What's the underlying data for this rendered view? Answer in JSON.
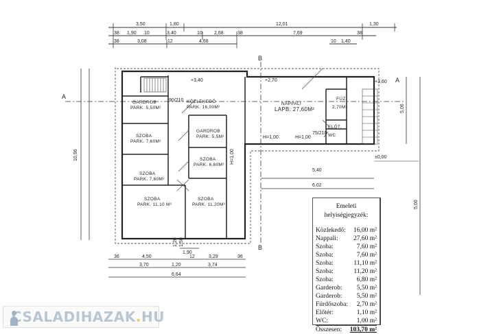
{
  "plan": {
    "section_marks": {
      "a": "A",
      "b": "B"
    },
    "levels": {
      "entry": "+3,40",
      "living": "+2,70",
      "right": "+3,60",
      "ground": "±0,00"
    },
    "top_dimensions": {
      "row1": [
        "3,50",
        "1,80",
        "12,01",
        "1,30"
      ],
      "row2": [
        "38",
        "1,90",
        "10",
        "3,40",
        "10",
        "2,68",
        "38",
        "7,69",
        "38"
      ],
      "row3": [
        "38",
        "3,08",
        "12",
        "4,68",
        "10",
        "1,40"
      ]
    },
    "bottom_dimensions": {
      "row1": [
        "36",
        "4,50",
        "12",
        "3,29",
        "36"
      ],
      "row2": [
        "3,70",
        "1,20",
        "3,74"
      ],
      "row3": [
        "6,64"
      ],
      "door": [
        "1,20",
        "1,50",
        "1,90"
      ]
    },
    "side_dimensions": {
      "left_total": "10,96",
      "right_total": "5,00",
      "right_mid": "5,06"
    },
    "inner_dimensions": {
      "living_width": "5,40",
      "overall_right": "6,02",
      "h1": "H=1,00",
      "h2": "H=1,00",
      "h3": "H=1,00",
      "door_a": "90/210",
      "door_b": "75/210"
    },
    "rooms": [
      {
        "name": "GARDROB",
        "floor": "PARK. 5,50M²"
      },
      {
        "name": "KÖZLEKEDŐ",
        "floor": "PARK. 16,00M²"
      },
      {
        "name": "SZOBA",
        "floor": "PARK. 7,60M²"
      },
      {
        "name": "GARDROB",
        "floor": "PARK. 5,5M²"
      },
      {
        "name": "SZOBA",
        "floor": "PARK. 6,80M²"
      },
      {
        "name": "SZOBA",
        "floor": "PARK. 7,60M²"
      },
      {
        "name": "SZOBA",
        "floor": "PARK. 11,10 M²"
      },
      {
        "name": "SZOBA",
        "floor": "PARK. 11,20M²"
      },
      {
        "name": "NAPPALI",
        "floor": "LAPB. 27,60M²"
      },
      {
        "name": "FÜZ.",
        "floor": "2,70M²"
      },
      {
        "name": "ELŐT.",
        "floor": ""
      },
      {
        "name": "WC",
        "floor": ""
      }
    ]
  },
  "legend": {
    "title_line1": "Emeleti",
    "title_line2": "helyiségjegyzék:",
    "rows": [
      {
        "label": "Közlekedő:",
        "value": "16,00 m²"
      },
      {
        "label": "Nappali:",
        "value": "27,60 m²"
      },
      {
        "label": "Szoba:",
        "value": "7,60 m²"
      },
      {
        "label": "Szoba:",
        "value": "7,60 m²"
      },
      {
        "label": "Szoba:",
        "value": "11,10 m²"
      },
      {
        "label": "Szoba:",
        "value": "11,20 m²"
      },
      {
        "label": "Szoba:",
        "value": "6,80 m²"
      },
      {
        "label": "Garderob:",
        "value": "5,50 m²"
      },
      {
        "label": "Garderob:",
        "value": "5,50 m²"
      },
      {
        "label": "Fürdőszoba:",
        "value": "2,70 m²"
      },
      {
        "label": "Előtér:",
        "value": "1,10 m²"
      },
      {
        "label": "WC:",
        "value": "1,00 m²"
      }
    ],
    "total_label": "Összesen:",
    "total_value": "103,70 m²"
  },
  "watermark": {
    "name": "CSALADIHAZAK",
    "dot": ".",
    "tld": "HU"
  }
}
